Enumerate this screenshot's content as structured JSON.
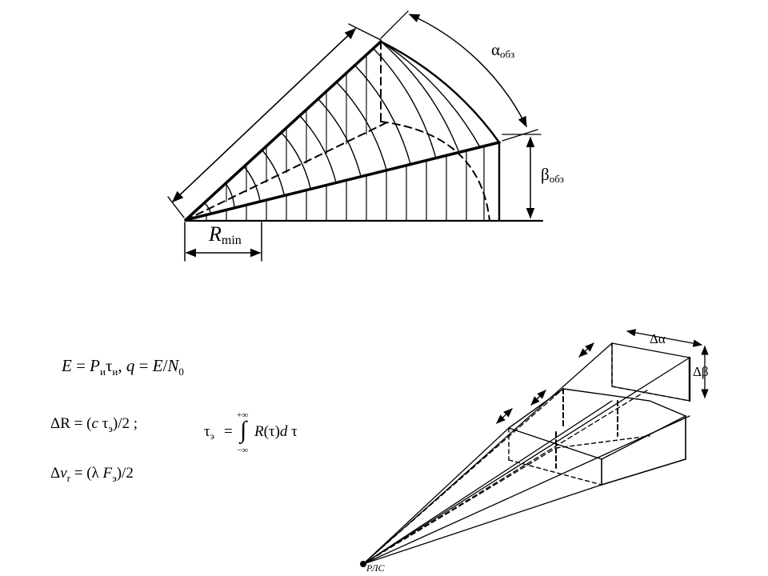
{
  "diagram_top": {
    "alpha_label": "α",
    "alpha_sub": "обз",
    "beta_label": "β",
    "beta_sub": "обз",
    "rmin_label": "R",
    "rmin_sub": "min"
  },
  "diagram_bottom": {
    "d_alpha_label": "Δα",
    "d_beta_label": "Δβ",
    "radar_label": "РЛС"
  },
  "formulas": {
    "energy": {
      "E": "E",
      "eq1": " = ",
      "P": "P",
      "P_sub": "и",
      "tau": "τ",
      "tau_sub": "и",
      "sep": ", ",
      "q": "q",
      "eq2": " = ",
      "E2": "E",
      "slash": "/",
      "N": "N",
      "N_sub": "0"
    },
    "range_res": {
      "dR": "ΔR",
      "eq": " = (",
      "c": "c",
      "tau": " τ",
      "tau_sub": "э",
      "rest": ")/2 ;"
    },
    "vel_res": {
      "dv": "Δ",
      "v": "v",
      "v_sub": "r",
      "eq": " = (λ ",
      "F": "F",
      "F_sub": "э",
      "rest": ")/2"
    },
    "tau_e": {
      "tau": "τ",
      "tau_sub": "э",
      "eq": "=",
      "int": "∫",
      "upper": "+∞",
      "lower": "−∞",
      "R": "R",
      "arg": "(τ)",
      "d": "d",
      "dtau": " τ"
    }
  }
}
